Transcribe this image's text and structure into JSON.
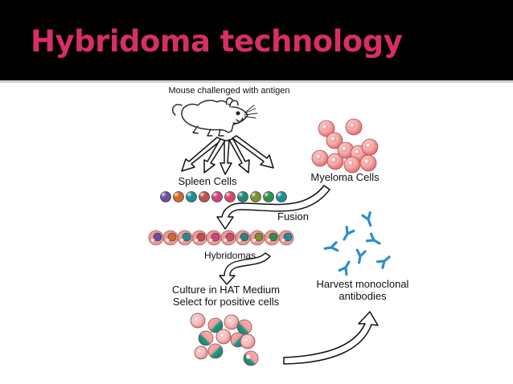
{
  "slide": {
    "title": "Hybridoma technology"
  },
  "labels": {
    "mouse": "Mouse challenged with antigen",
    "spleen": "Spleen Cells",
    "myeloma": "Myeloma Cells",
    "fusion": "Fusion",
    "hybridomas": "Hybridomas",
    "culture_line1": "Culture in HAT Medium",
    "culture_line2": "Select for positive cells",
    "harvest_line1": "Harvest monoclonal",
    "harvest_line2": "antibodies"
  },
  "colors": {
    "title": "#d62e67",
    "spleen_cells": [
      "#6a4fa0",
      "#d06a2c",
      "#1c8f93",
      "#c0504d",
      "#c8467e",
      "#d04a6a",
      "#23867d",
      "#7d8f2e",
      "#2f8f4a"
    ],
    "myeloma": "#e88a8a",
    "antibody": "#3a9ed8",
    "selected_cell_teal": "#178f7f"
  }
}
